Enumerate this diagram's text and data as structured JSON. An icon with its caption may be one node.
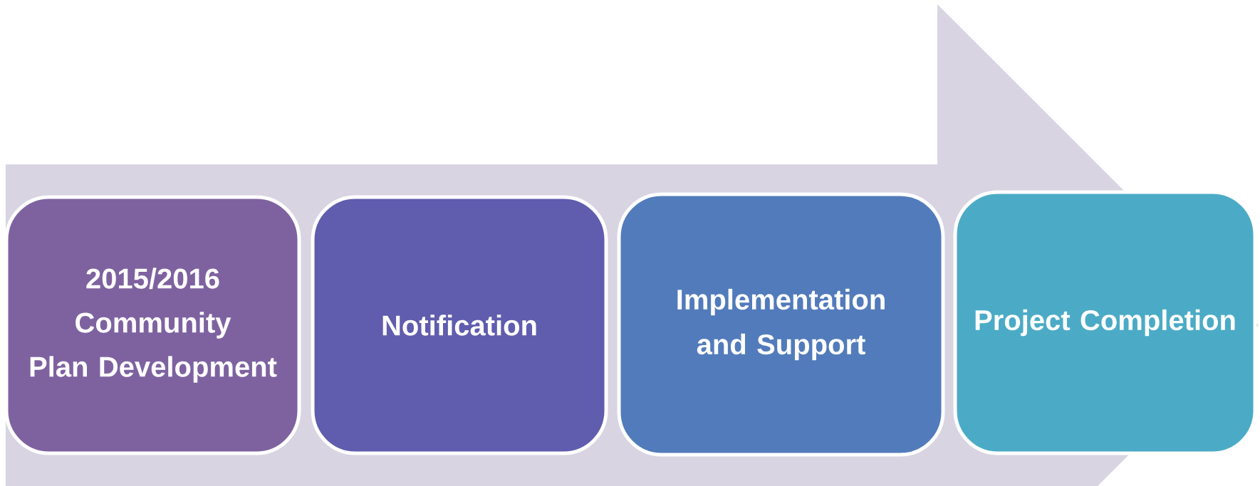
{
  "diagram": {
    "nodes": [
      {
        "text": [
          "2015/2016 Community Plan Development"
        ]
      },
      {
        "text": [
          "Notification"
        ]
      },
      {
        "text": [
          "Implementation and Support"
        ]
      },
      {
        "text": [
          "Project Completion"
        ]
      }
    ]
  }
}
